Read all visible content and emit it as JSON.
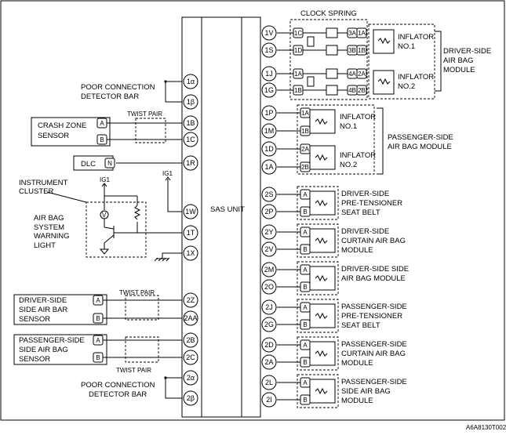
{
  "figure_code": "A6A8130T002",
  "sas_unit": {
    "label": "SAS UNIT"
  },
  "clock_spring": {
    "label": "CLOCK SPRING"
  },
  "left": {
    "pcdb_top": {
      "line1": "POOR CONNECTION",
      "line2": "DETECTOR BAR",
      "pins": [
        "1α",
        "1β"
      ]
    },
    "crash_zone": {
      "line1": "CRASH ZONE",
      "line2": "SENSOR",
      "term_a": "A",
      "term_b": "B",
      "pins": [
        "1B",
        "1C"
      ],
      "twist": "TWIST PAIR"
    },
    "dlc": {
      "label": "DLC",
      "term": "N",
      "pin": "1R"
    },
    "ig1_right": {
      "label": "IG1",
      "pin": "1W"
    },
    "cluster": {
      "title1": "INSTRUMENT",
      "title2": "CLUSTER",
      "ig1": "IG1",
      "light1": "AIR BAG",
      "light2": "SYSTEM",
      "light3": "WARNING",
      "light4": "LIGHT",
      "lamp_term": "V",
      "pin_t": "1T",
      "pin_x": "1X"
    },
    "ds_side": {
      "line1": "DRIVER-SIDE",
      "line2": "SIDE AIR BAR",
      "line3": "SENSOR",
      "term_a": "A",
      "term_b": "B",
      "pins": [
        "2Z",
        "2AA"
      ],
      "twist": "TWIST  PAIR"
    },
    "ps_side": {
      "line1": "PASSENGER-SIDE",
      "line2": "SIDE AIR BAG",
      "line3": "SENSOR",
      "term_a": "A",
      "term_b": "B",
      "pins": [
        "2B",
        "2C"
      ],
      "twist": "TWIST  PAIR"
    },
    "pcdb_bottom": {
      "line1": "POOR CONNECTION",
      "line2": "DETECTOR BAR",
      "pins": [
        "2α",
        "2β"
      ]
    }
  },
  "right": {
    "driver_module": {
      "inflator1": {
        "pins": [
          "1V",
          "1S"
        ],
        "cs_terms": [
          "1C",
          "1D"
        ],
        "conn_terms": [
          "3A",
          "1A",
          "3B",
          "1B"
        ],
        "line1": "INFLATOR",
        "line2": "NO.1"
      },
      "inflator2": {
        "pins": [
          "1J",
          "1G"
        ],
        "cs_terms": [
          "1A",
          "1B"
        ],
        "conn_terms": [
          "4A",
          "2A",
          "4B",
          "2B"
        ],
        "line1": "INFLATOR",
        "line2": "NO.2"
      },
      "bracket1": "DRIVER-SIDE",
      "bracket2": "AIR BAG",
      "bracket3": "MODULE"
    },
    "passenger_module": {
      "inflator1": {
        "pins": [
          "1P",
          "1M"
        ],
        "terms": [
          "1A",
          "1B"
        ],
        "line1": "INFLATOR",
        "line2": "NO.1"
      },
      "inflator2": {
        "pins": [
          "1D",
          "1A"
        ],
        "terms": [
          "2A",
          "2B"
        ],
        "line1": "INFLATOR",
        "line2": "NO.2"
      },
      "bracket1": "PASSENGER-SIDE",
      "bracket2": "AIR BAG MODULE"
    },
    "devices": [
      {
        "pins": [
          "2S",
          "2P"
        ],
        "term_a": "A",
        "term_b": "B",
        "line1": "DRIVER-SIDE",
        "line2": "PRE-TENSIONER",
        "line3": "SEAT BELT"
      },
      {
        "pins": [
          "2Y",
          "2V"
        ],
        "term_a": "A",
        "term_b": "B",
        "line1": "DRIVER-SIDE",
        "line2": "CURTAIN AIR BAG",
        "line3": "MODULE"
      },
      {
        "pins": [
          "2M",
          "2O"
        ],
        "term_a": "A",
        "term_b": "B",
        "line1": "DRIVER-SIDE SIDE",
        "line2": "AIR BAG MODULE",
        "line3": ""
      },
      {
        "pins": [
          "2J",
          "2G"
        ],
        "term_a": "A",
        "term_b": "B",
        "line1": "PASSENGER-SIDE",
        "line2": "PRE-TENSIONER",
        "line3": "SEAT  BELT"
      },
      {
        "pins": [
          "2D",
          "2A"
        ],
        "term_a": "A",
        "term_b": "B",
        "line1": "PASSENGER-SIDE",
        "line2": "CURTAIN AIR BAG",
        "line3": "MODULE"
      },
      {
        "pins": [
          "2L",
          "2I"
        ],
        "term_a": "A",
        "term_b": "B",
        "line1": "PASSENGER-SIDE",
        "line2": "SIDE AIR BAG",
        "line3": "MODULE"
      }
    ]
  }
}
